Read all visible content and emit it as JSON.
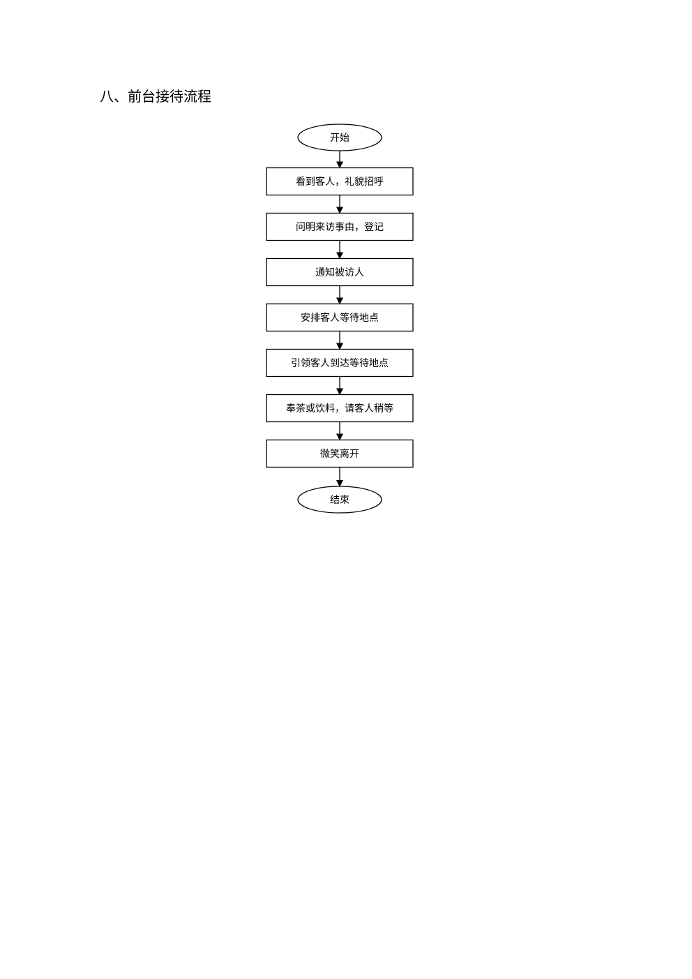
{
  "document": {
    "section_title": "八、前台接待流程"
  },
  "flowchart": {
    "nodes": [
      {
        "id": "start",
        "shape": "ellipse",
        "label": "开始"
      },
      {
        "id": "step1",
        "shape": "rect",
        "label": "看到客人，礼貌招呼"
      },
      {
        "id": "step2",
        "shape": "rect",
        "label": "问明来访事由，登记"
      },
      {
        "id": "step3",
        "shape": "rect",
        "label": "通知被访人"
      },
      {
        "id": "step4",
        "shape": "rect",
        "label": "安排客人等待地点"
      },
      {
        "id": "step5",
        "shape": "rect",
        "label": "引领客人到达等待地点"
      },
      {
        "id": "step6",
        "shape": "rect",
        "label": "奉茶或饮料，请客人稍等"
      },
      {
        "id": "step7",
        "shape": "rect",
        "label": "微笑离开"
      },
      {
        "id": "end",
        "shape": "ellipse",
        "label": "结束"
      }
    ]
  }
}
